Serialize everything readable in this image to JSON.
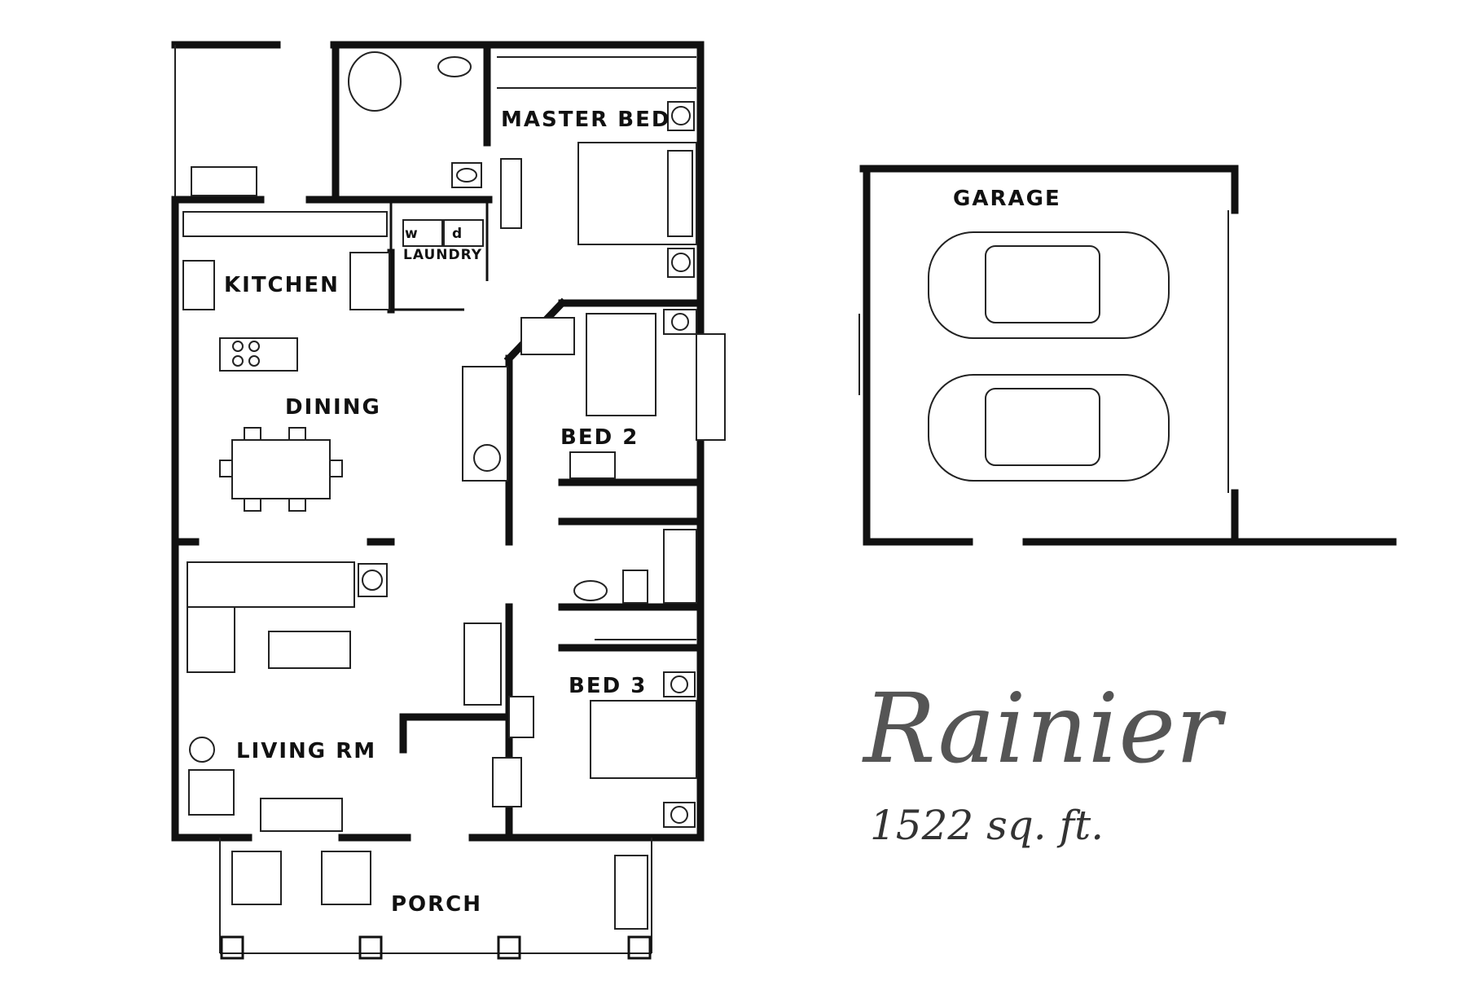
{
  "rooms": {
    "master_bed": "MASTER BED",
    "laundry": "LAUNDRY",
    "washer": "w",
    "dryer": "d",
    "kitchen": "KITCHEN",
    "dining": "DINING",
    "bed2": "BED 2",
    "bed3": "BED 3",
    "living": "LIVING RM",
    "porch": "PORCH",
    "garage": "GARAGE"
  },
  "plan_name": "Rainier",
  "area": "1522 sq. ft."
}
